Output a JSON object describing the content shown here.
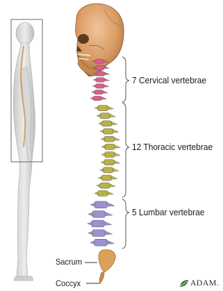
{
  "labels": {
    "cervical": "7 Cervical vertebrae",
    "thoracic": "12 Thoracic vertebrae",
    "lumbar": "5 Lumbar vertebrae",
    "sacrum": "Sacrum",
    "coccyx": "Coccyx"
  },
  "logo": {
    "text": "ADAM.",
    "icon": "leaf-icon"
  },
  "colors": {
    "cervical": "#d9608a",
    "thoracic": "#b9b24a",
    "lumbar": "#9b92d0",
    "sacrum": "#d9a15a",
    "skull": "#d99a63",
    "bracket": "#555555"
  }
}
